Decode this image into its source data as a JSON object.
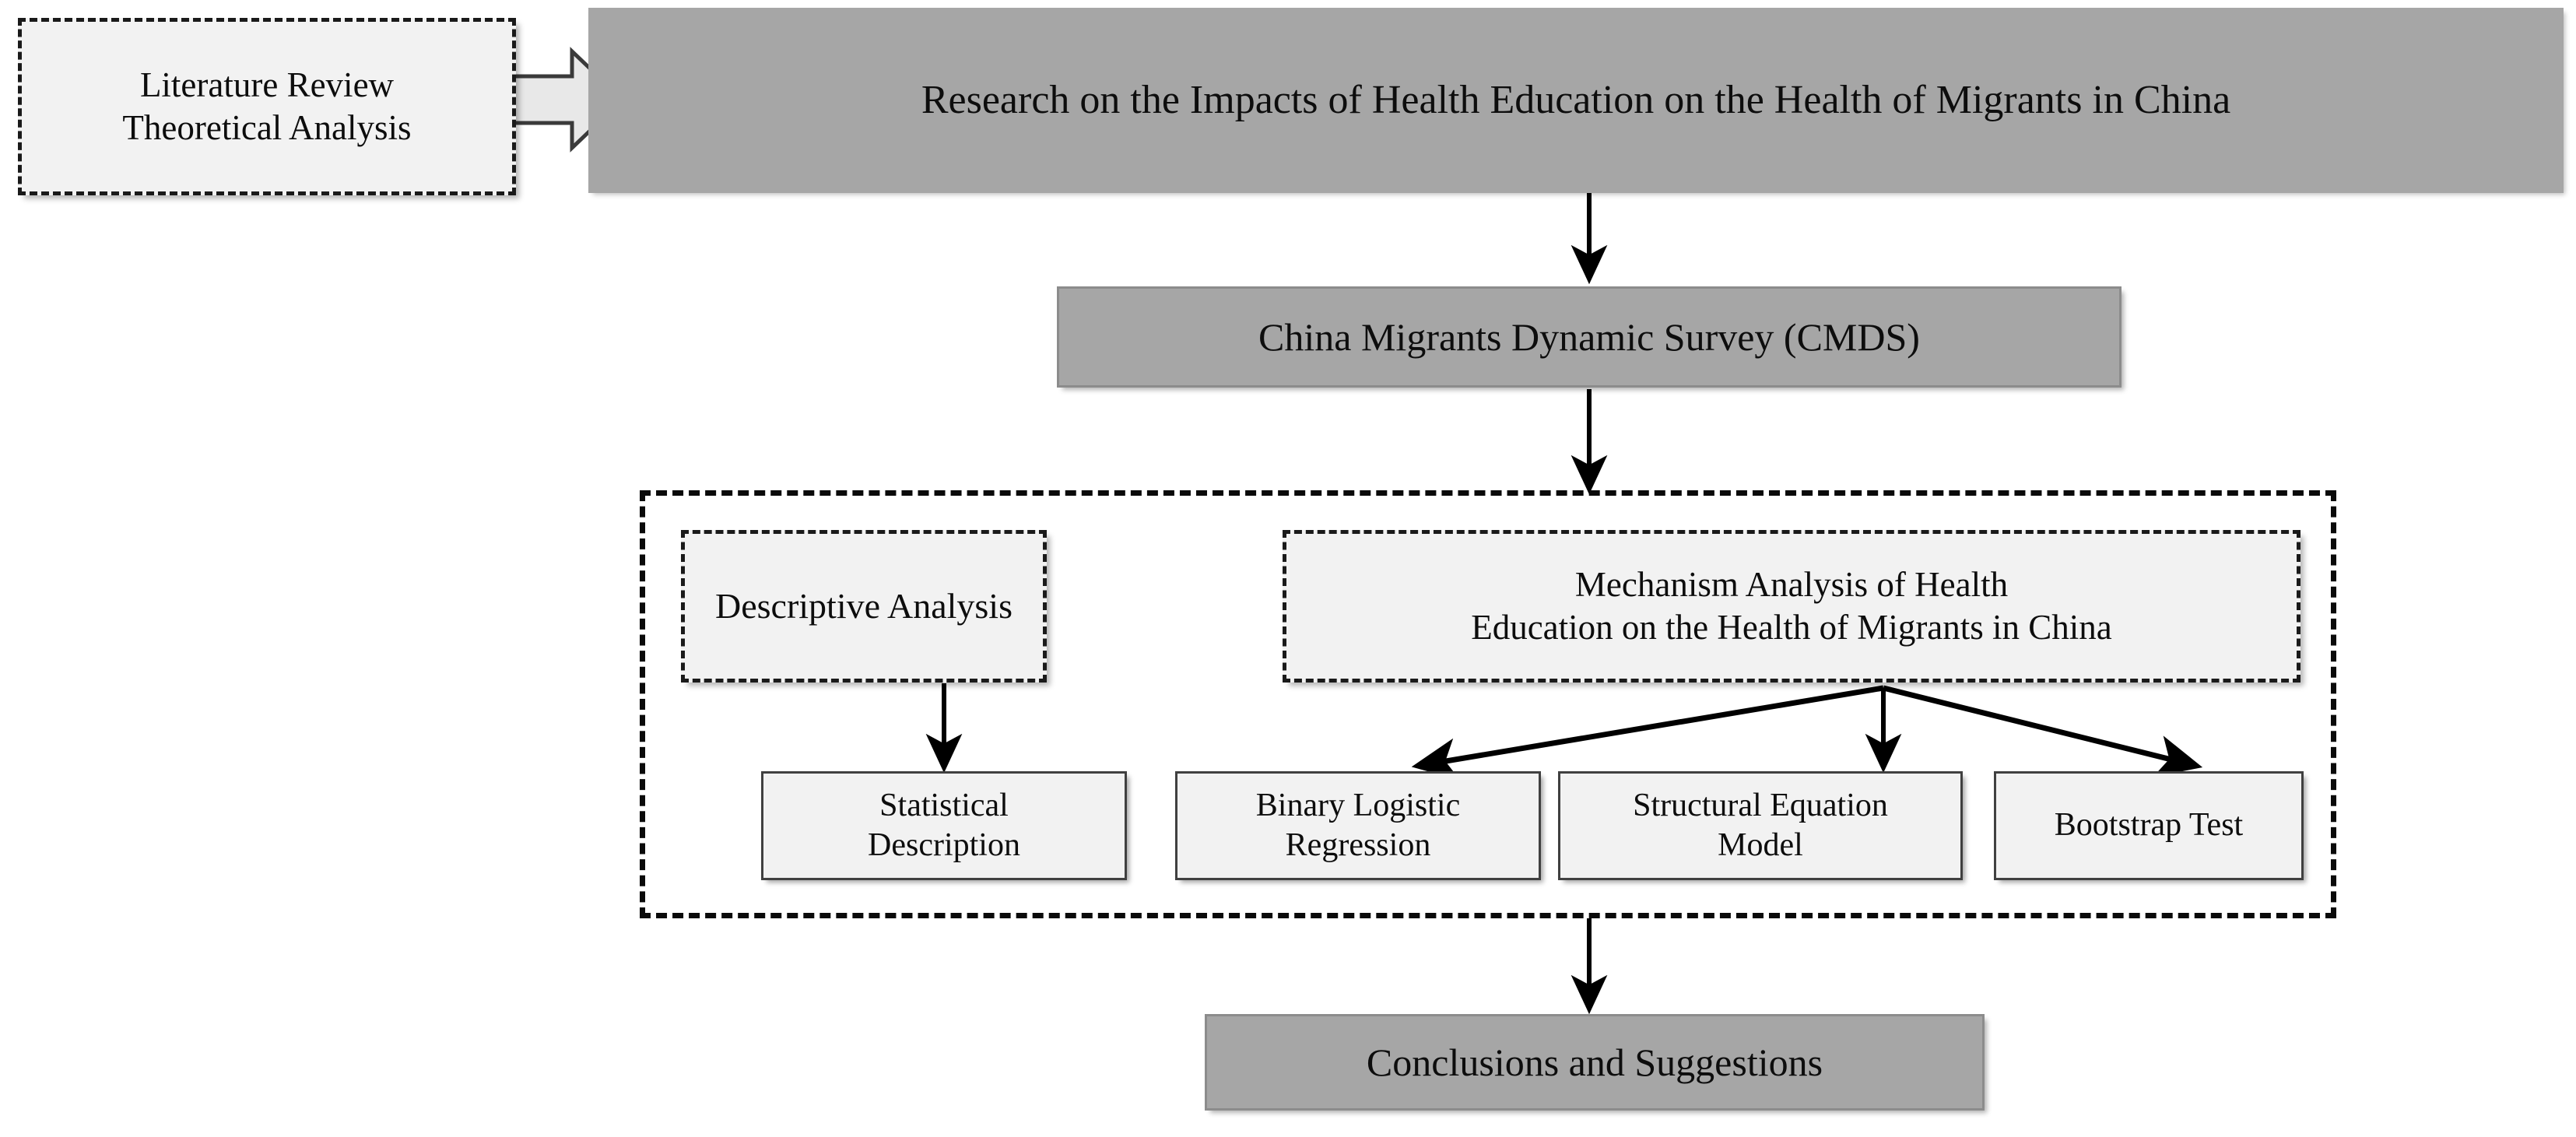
{
  "diagram": {
    "type": "flowchart",
    "title_flow": "Research framework flowchart",
    "colors": {
      "gray_fill": "#a6a6a6",
      "light_fill": "#f2f2f2",
      "outline": "#1a1a1a",
      "text": "#0d0d0d",
      "arrow": "#000000"
    },
    "nodes": {
      "literature_review": {
        "line1": "Literature Review",
        "line2": "Theoretical Analysis",
        "style": "dashed-light"
      },
      "main_title": {
        "text": "Research on the Impacts of Health Education on the Health of Migrants in China",
        "style": "gray-filled"
      },
      "cmds": {
        "text": "China Migrants Dynamic Survey (CMDS)",
        "style": "gray-filled"
      },
      "descriptive_analysis": {
        "text": "Descriptive Analysis",
        "style": "dashed-light"
      },
      "mechanism_analysis": {
        "line1": "Mechanism Analysis of Health",
        "line2": "Education on the Health of Migrants in China",
        "style": "dashed-light"
      },
      "statistical_description": {
        "line1": "Statistical",
        "line2": "Description",
        "style": "solid-light"
      },
      "binary_logistic_regression": {
        "line1": "Binary Logistic",
        "line2": "Regression",
        "style": "solid-light"
      },
      "structural_equation_model": {
        "line1": "Structural Equation",
        "line2": "Model",
        "style": "solid-light"
      },
      "bootstrap_test": {
        "line1": "Bootstrap Test",
        "line2": "",
        "style": "solid-light"
      },
      "conclusions": {
        "text": "Conclusions and Suggestions",
        "style": "gray-filled"
      }
    },
    "connectors": [
      {
        "name": "literature-to-title",
        "kind": "block-arrow",
        "from": "literature_review",
        "to": "main_title",
        "direction": "right"
      },
      {
        "name": "title-to-cmds",
        "kind": "line-arrow",
        "from": "main_title",
        "to": "cmds",
        "direction": "down"
      },
      {
        "name": "cmds-to-analysis-group",
        "kind": "line-arrow",
        "from": "cmds",
        "to": "analysis_group",
        "direction": "down"
      },
      {
        "name": "descriptive-to-statistical",
        "kind": "line-arrow",
        "from": "descriptive_analysis",
        "to": "statistical_description",
        "direction": "down"
      },
      {
        "name": "mechanism-to-binary-logistic",
        "kind": "line-arrow",
        "from": "mechanism_analysis",
        "to": "binary_logistic_regression",
        "direction": "down-left"
      },
      {
        "name": "mechanism-to-sem",
        "kind": "line-arrow",
        "from": "mechanism_analysis",
        "to": "structural_equation_model",
        "direction": "down"
      },
      {
        "name": "mechanism-to-bootstrap",
        "kind": "line-arrow",
        "from": "mechanism_analysis",
        "to": "bootstrap_test",
        "direction": "down-right"
      },
      {
        "name": "analysis-group-to-conclusions",
        "kind": "line-arrow",
        "from": "analysis_group",
        "to": "conclusions",
        "direction": "down"
      }
    ]
  }
}
